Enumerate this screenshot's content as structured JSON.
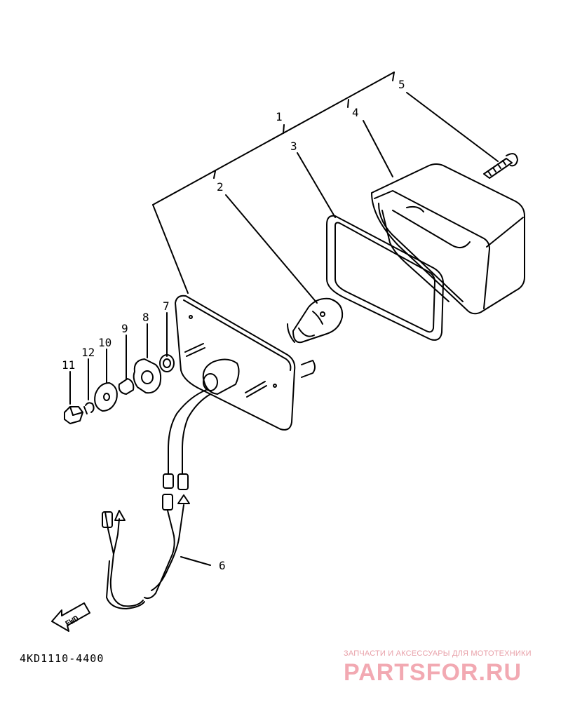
{
  "diagram": {
    "callouts": {
      "p1": "1",
      "p2": "2",
      "p3": "3",
      "p4": "4",
      "p5": "5",
      "p6": "6",
      "p7": "7",
      "p8": "8",
      "p9": "9",
      "p10": "10",
      "p11": "11",
      "p12": "12"
    },
    "fwd_label": "FWD",
    "diagram_code": "4KD1110-4400"
  },
  "watermark": {
    "tagline": "ЗАПЧАСТИ И АКСЕССУАРЫ ДЛЯ МОТОТЕХНИКИ",
    "logo_text": "PARTSFOR.RU",
    "color": "#f2a9b2"
  }
}
